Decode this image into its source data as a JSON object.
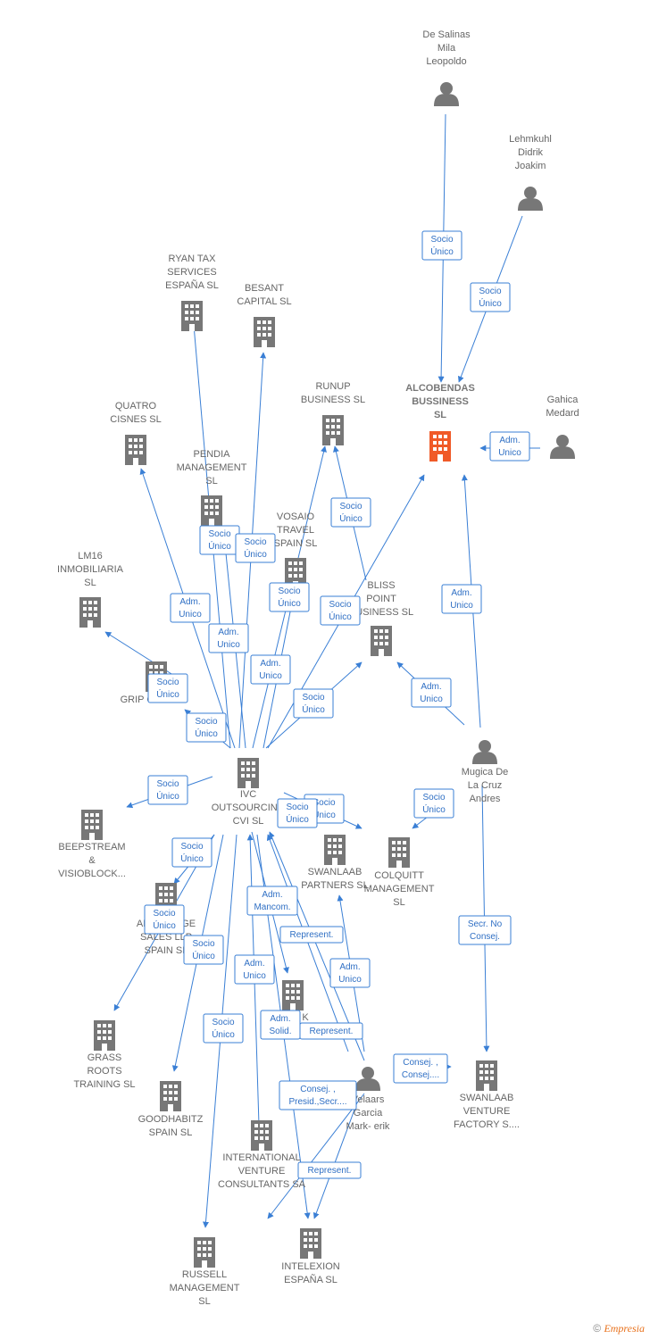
{
  "colors": {
    "edge": "#3a7fd5",
    "icon": "#777777",
    "highlight": "#f05a28"
  },
  "nodes": [
    {
      "id": "desalinas",
      "type": "person",
      "label": [
        "De Salinas",
        "Mila",
        "Leopoldo"
      ]
    },
    {
      "id": "lehmkuhl",
      "type": "person",
      "label": [
        "Lehmkuhl",
        "Didrik",
        "Joakim"
      ]
    },
    {
      "id": "ryan",
      "type": "company",
      "label": [
        "RYAN TAX",
        "SERVICES",
        "ESPAÑA  SL"
      ]
    },
    {
      "id": "besant",
      "type": "company",
      "label": [
        "BESANT",
        "CAPITAL  SL"
      ]
    },
    {
      "id": "runup",
      "type": "company",
      "label": [
        "RUNUP",
        "BUSINESS  SL"
      ]
    },
    {
      "id": "alcobendas",
      "type": "company",
      "main": true,
      "label": [
        "ALCOBENDAS",
        "BUSSINESS",
        "SL"
      ]
    },
    {
      "id": "gahica",
      "type": "person",
      "label": [
        "Gahica",
        "Medard"
      ]
    },
    {
      "id": "quatro",
      "type": "company",
      "label": [
        "QUATRO",
        "CISNES SL"
      ]
    },
    {
      "id": "pendia",
      "type": "company",
      "label": [
        "PENDIA",
        "MANAGEMENT",
        "SL"
      ]
    },
    {
      "id": "vosaio",
      "type": "company",
      "label": [
        "VOSAIO",
        "TRAVEL",
        "SPAIN  SL"
      ]
    },
    {
      "id": "lm16",
      "type": "company",
      "label": [
        "LM16",
        "INMOBILIARIA",
        "SL"
      ]
    },
    {
      "id": "bliss",
      "type": "company",
      "label": [
        "BLISS",
        "POINT",
        "BUSINESS  SL"
      ]
    },
    {
      "id": "grip",
      "type": "company",
      "label": [
        "GRIP CAPITAL"
      ]
    },
    {
      "id": "mugica",
      "type": "person",
      "label": [
        "Mugica De",
        "La Cruz",
        "Andres"
      ]
    },
    {
      "id": "ivc",
      "type": "company",
      "label": [
        "IVC",
        "OUTSOURCING",
        "CVI SL"
      ]
    },
    {
      "id": "beepstream",
      "type": "company",
      "label": [
        "BEEPSTREAM",
        "&",
        "VISIOBLOCK..."
      ]
    },
    {
      "id": "swanlaabp",
      "type": "company",
      "label": [
        "SWANLAAB",
        "PARTNERS  SL"
      ]
    },
    {
      "id": "colquitt",
      "type": "company",
      "label": [
        "COLQUITT",
        "MANAGEMENT",
        "SL"
      ]
    },
    {
      "id": "advantage",
      "type": "company",
      "label": [
        "ADVANTAGE",
        "SALES LLP",
        "SPAIN  SL"
      ]
    },
    {
      "id": "k",
      "type": "company",
      "label": [
        "K"
      ]
    },
    {
      "id": "grass",
      "type": "company",
      "label": [
        "GRASS",
        "ROOTS",
        "TRAINING  SL"
      ]
    },
    {
      "id": "goodhabitz",
      "type": "company",
      "label": [
        "GOODHABITZ",
        "SPAIN  SL"
      ]
    },
    {
      "id": "velaars",
      "type": "person",
      "label": [
        "Velaars",
        "Garcia",
        "Mark- erik"
      ]
    },
    {
      "id": "swanlaabv",
      "type": "company",
      "label": [
        "SWANLAAB",
        "VENTURE",
        "FACTORY S...."
      ]
    },
    {
      "id": "international",
      "type": "company",
      "label": [
        "INTERNATIONAL",
        "VENTURE",
        "CONSULTANTS SA"
      ]
    },
    {
      "id": "intelexion",
      "type": "company",
      "label": [
        "INTELEXION",
        "ESPAÑA SL"
      ]
    },
    {
      "id": "russell",
      "type": "company",
      "label": [
        "RUSSELL",
        "MANAGEMENT",
        "SL"
      ]
    }
  ],
  "edge_labels": [
    {
      "id": "e1",
      "lines": [
        "Socio",
        "Único"
      ]
    },
    {
      "id": "e2",
      "lines": [
        "Socio",
        "Único"
      ]
    },
    {
      "id": "e3",
      "lines": [
        "Adm.",
        "Unico"
      ]
    },
    {
      "id": "e4",
      "lines": [
        "Socio",
        "Único"
      ]
    },
    {
      "id": "e5",
      "lines": [
        "Socio",
        "Único"
      ]
    },
    {
      "id": "e6",
      "lines": [
        "Socio",
        "Único"
      ]
    },
    {
      "id": "e7",
      "lines": [
        "Socio",
        "Único"
      ]
    },
    {
      "id": "e8",
      "lines": [
        "Socio",
        "Único"
      ]
    },
    {
      "id": "e9",
      "lines": [
        "Adm.",
        "Unico"
      ]
    },
    {
      "id": "e10",
      "lines": [
        "Adm.",
        "Unico"
      ]
    },
    {
      "id": "e11",
      "lines": [
        "Adm.",
        "Unico"
      ]
    },
    {
      "id": "e12",
      "lines": [
        "Socio",
        "Único"
      ]
    },
    {
      "id": "e13",
      "lines": [
        "Socio",
        "Único"
      ]
    },
    {
      "id": "e14",
      "lines": [
        "Adm.",
        "Unico"
      ]
    },
    {
      "id": "e15",
      "lines": [
        "Socio",
        "Único"
      ]
    },
    {
      "id": "e16",
      "lines": [
        "Socio",
        "Único"
      ]
    },
    {
      "id": "e17",
      "lines": [
        "Socio",
        "Único"
      ]
    },
    {
      "id": "e18",
      "lines": [
        "Socio",
        "Único"
      ]
    },
    {
      "id": "e19",
      "lines": [
        "Socio",
        "Único"
      ]
    },
    {
      "id": "e20",
      "lines": [
        "Adm.",
        "Unico"
      ]
    },
    {
      "id": "e21",
      "lines": [
        "Socio",
        "Único"
      ]
    },
    {
      "id": "e22",
      "lines": [
        "Adm.",
        "Mancom."
      ]
    },
    {
      "id": "e23",
      "lines": [
        "Secr.  No",
        "Consej."
      ]
    },
    {
      "id": "e24",
      "lines": [
        "Socio",
        "Único"
      ]
    },
    {
      "id": "e25",
      "lines": [
        "Represent."
      ]
    },
    {
      "id": "e26",
      "lines": [
        "Socio",
        "Único"
      ]
    },
    {
      "id": "e27",
      "lines": [
        "Adm.",
        "Unico"
      ]
    },
    {
      "id": "e28",
      "lines": [
        "Adm.",
        "Unico"
      ]
    },
    {
      "id": "e29",
      "lines": [
        "Adm.",
        "Solid."
      ]
    },
    {
      "id": "e30",
      "lines": [
        "Represent."
      ]
    },
    {
      "id": "e31",
      "lines": [
        "Socio",
        "Único"
      ]
    },
    {
      "id": "e32",
      "lines": [
        "Consej. ,",
        "Consej...."
      ]
    },
    {
      "id": "e33",
      "lines": [
        "Consej. ,",
        "Presid.,Secr...."
      ]
    },
    {
      "id": "e34",
      "lines": [
        "Represent."
      ]
    }
  ],
  "footer": {
    "copyright": "©",
    "brand": "Empresia"
  }
}
